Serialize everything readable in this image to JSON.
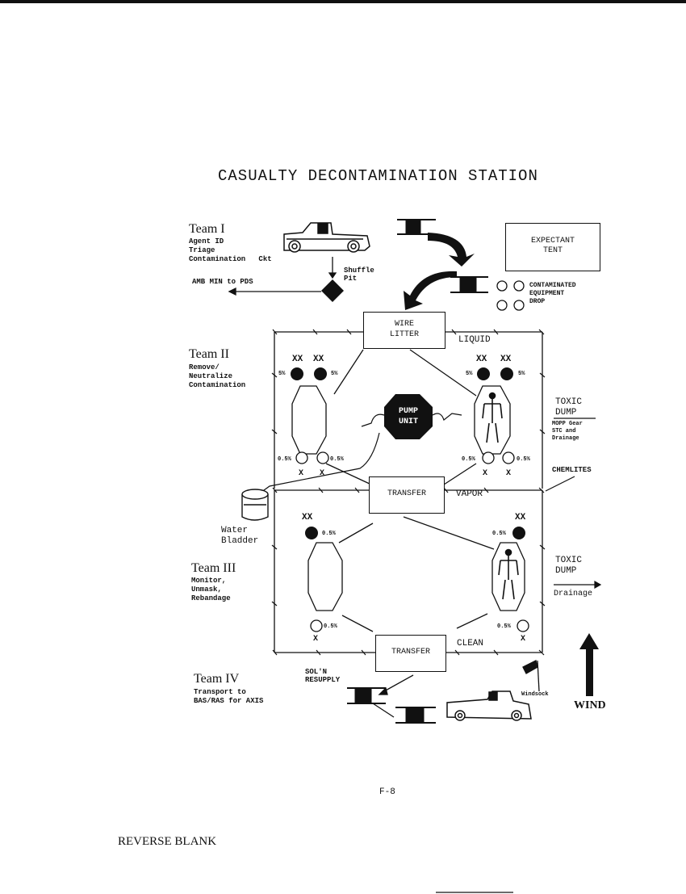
{
  "title": "CASUALTY DECONTAMINATION STATION",
  "team1": {
    "label": "Team I",
    "lines": [
      "Agent ID",
      "Triage",
      "Contamination   Ckt"
    ]
  },
  "shuffle_pit": "Shuffle\nPit",
  "amb_label": "AMB MIN to PDS",
  "expectant_tent": "EXPECTANT\nTENT",
  "contaminated_equipment": "CONTAMINATED\nEQUIPMENT\nDROP",
  "wire_litter": "WIRE\nLITTER",
  "liquid": "LIQUID",
  "team2": {
    "label": "Team II",
    "lines": [
      "Remove/",
      "Neutralize",
      "Contamination"
    ]
  },
  "pump_unit": "PUMP\nUNIT",
  "toxic_dump_1": "TOXIC\nDUMP",
  "mopp_gear": "MOPP Gear\nSTC and\nDrainage",
  "chemlites": "CHEMLITES",
  "transfer_1": "TRANSFER",
  "vapor": "VAPOR",
  "water_bladder": "Water\nBladder",
  "team3": {
    "label": "Team III",
    "lines": [
      "Monitor,",
      "Unmask,",
      "Rebandage"
    ]
  },
  "toxic_dump_2": "TOXIC\nDUMP",
  "drainage": "Drainage",
  "transfer_2": "TRANSFER",
  "clean": "CLEAN",
  "team4": {
    "label": "Team IV",
    "lines": [
      "Transport to",
      "BAS/RAS for AXIS"
    ]
  },
  "sol_resupply": "SOL'N\nRESUPPLY",
  "windsock": "Windsock",
  "wind": "WIND",
  "tub_labels": {
    "xx": "XX",
    "x": "X",
    "five": "5%",
    "half": "0.5%"
  },
  "page_number": "F-8",
  "reverse_blank": "REVERSE BLANK"
}
